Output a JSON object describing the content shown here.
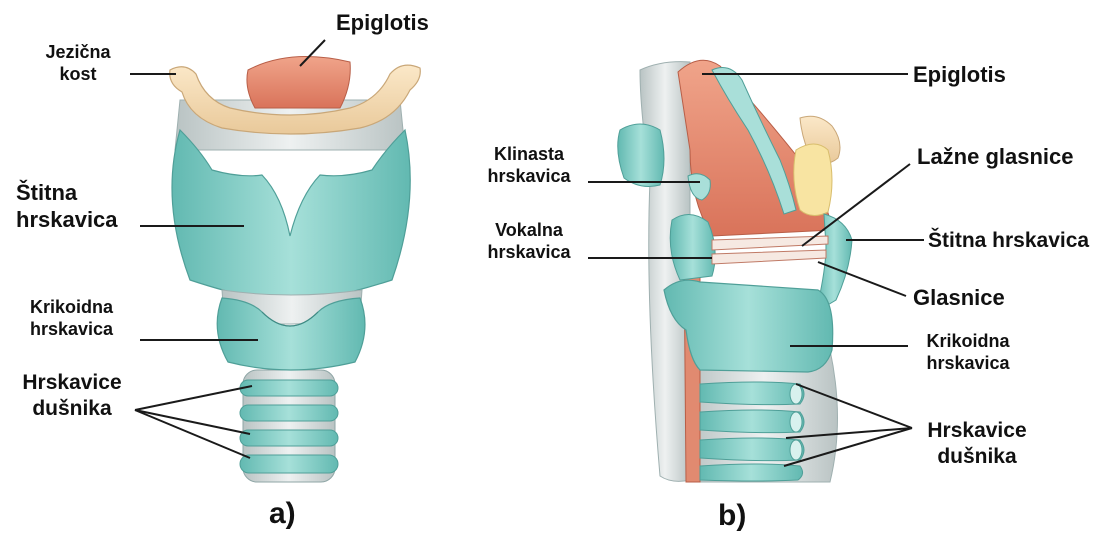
{
  "panels": {
    "front": {
      "caption": "a)",
      "labels": {
        "epiglotis": "Epiglotis",
        "jezicna_l1": "Jezična",
        "jezicna_l2": "kost",
        "stitna_l1": "Štitna",
        "stitna_l2": "hrskavica",
        "krikoidna_l1": "Krikoidna",
        "krikoidna_l2": "hrskavica",
        "dusnik_l1": "Hrskavice",
        "dusnik_l2": "dušnika"
      }
    },
    "side": {
      "caption": "b)",
      "labels": {
        "epiglotis": "Epiglotis",
        "klinasta_l1": "Klinasta",
        "klinasta_l2": "hrskavica",
        "lazne": "Lažne glasnice",
        "vokalna_l1": "Vokalna",
        "vokalna_l2": "hrskavica",
        "stitna": "Štitna hrskavica",
        "glasnice": "Glasnice",
        "krikoidna_l1": "Krikoidna",
        "krikoidna_l2": "hrskavica",
        "dusnik_l1": "Hrskavice",
        "dusnik_l2": "dušnika"
      }
    }
  },
  "colors": {
    "cartilage": "#8fd3cc",
    "cartilage_dark": "#5fb8b0",
    "epiglottis": "#e2876a",
    "bone": "#f6dcb5",
    "membrane": "#d7dcdc",
    "fat": "#f7e3a0"
  }
}
